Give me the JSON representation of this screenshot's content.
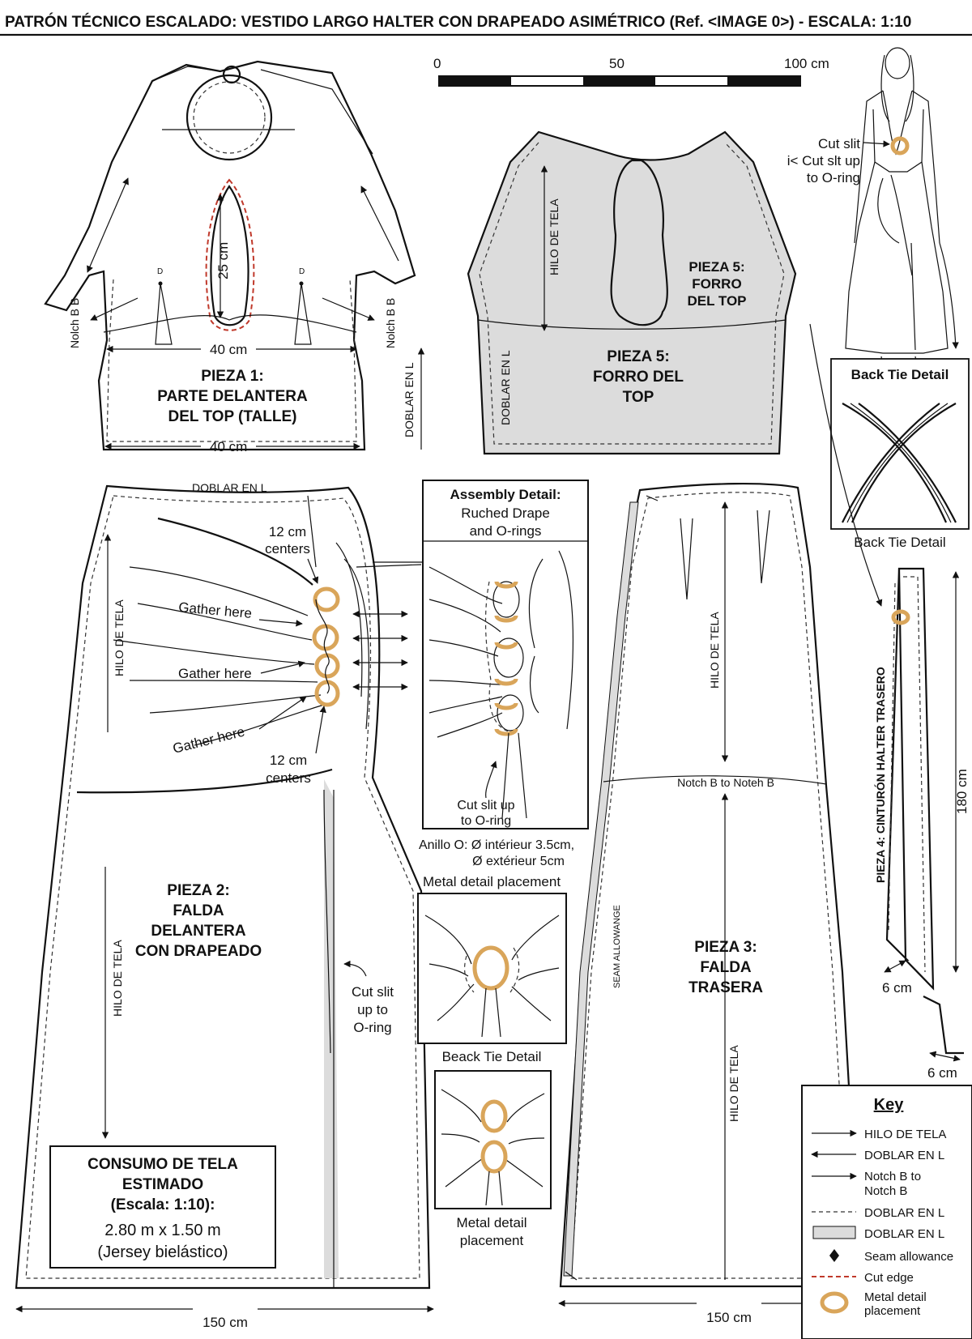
{
  "title": "PATRÓN TÉCNICO ESCALADO: VESTIDO LARGO HALTER CON DRAPEADO ASIMÉTRICO (Ref. <IMAGE 0>) - ESCALA: 1:10",
  "scale_bar": {
    "t0": "0",
    "t50": "50",
    "t100": "100 cm"
  },
  "piece1": {
    "title": [
      "PIEZA 1:",
      "PARTE DELANTERA",
      "DEL TOP (TALLE)"
    ],
    "dim_top": "40 cm",
    "dim_bottom": "40 cm",
    "keyhole": "25 cm",
    "notch_left": "Nolch B B",
    "notch_right": "Nolch B B",
    "dart_left": "D",
    "dart_right": "D",
    "fold": "DOBLAR EN L"
  },
  "piece5": {
    "title_large": [
      "PIEZA 5:",
      "FORRO DEL",
      "TOP"
    ],
    "title_small": [
      "PIEZA 5:",
      "FORRO",
      "DEL TOP"
    ],
    "grain": "HILO DE TELA",
    "fold": "DOBLAR EN L"
  },
  "figure": {
    "callout": [
      "Cut slit",
      "i< Cut slt up",
      "to O-ring"
    ]
  },
  "back_tie": {
    "title": "Back Tie Detail",
    "caption": "Back Tie Detail"
  },
  "piece2": {
    "title": [
      "PIEZA 2:",
      "FALDA",
      "DELANTERA",
      "CON DRAPEADO"
    ],
    "fold": "DOBLAR EN L",
    "centers_top": [
      "12 cm",
      "centers"
    ],
    "centers_bottom": [
      "12 cm",
      "centers"
    ],
    "gathers": [
      "Gather here",
      "Gather here",
      "Gather here"
    ],
    "grain_top": "HILO DE TELA",
    "grain_bottom": "HILO DE TELA",
    "slit": [
      "Cut slit",
      "up to",
      "O-ring"
    ],
    "width": "150 cm"
  },
  "consumo": {
    "lines": [
      "CONSUMO DE TELA",
      "ESTIMADO",
      "(Escala: 1:10):"
    ],
    "value": "2.80 m x 1.50 m",
    "fabric": "(Jersey bielástico)"
  },
  "assembly": {
    "title": "Assembly Detail:",
    "subtitle": [
      "Ruched Drape",
      "and O-rings"
    ],
    "slit": [
      "Cut slit up",
      "to O-ring"
    ],
    "ring_note": [
      "Anillo O: Ø intérieur 3.5cm,",
      "Ø extérieur 5cm"
    ],
    "metal_label": "Metal detail placement",
    "beack_label": "Beack Tie Detail",
    "metal_label2": [
      "Metal detail",
      "placement"
    ]
  },
  "piece3": {
    "title": [
      "PIEZA 3:",
      "FALDA",
      "TRASERA"
    ],
    "grain_top": "HILO DE TELA",
    "grain_bottom": "HILO DE TELA",
    "notch": "Notch B to Noteh B",
    "seam": "SEAM ALLOWANGE",
    "width": "150 cm"
  },
  "piece4": {
    "title": "PIEZA 4: CINTURÓN HALTER TRASERO",
    "length": "180 cm",
    "w1": "6 cm",
    "w2": "6 cm"
  },
  "key": {
    "title": "Key",
    "items": [
      {
        "symbol": "arrow-right",
        "label": [
          "HILO DE TELA"
        ]
      },
      {
        "symbol": "arrow-left",
        "label": [
          "DOBLAR EN L"
        ]
      },
      {
        "symbol": "arrow-right",
        "label": [
          "Notch B to",
          "Notch B"
        ]
      },
      {
        "symbol": "dashed-line",
        "label": [
          "DOBLAR EN L"
        ]
      },
      {
        "symbol": "gray-box",
        "label": [
          "DOBLAR EN L"
        ]
      },
      {
        "symbol": "diamond",
        "label": [
          "Seam allowance"
        ]
      },
      {
        "symbol": "red-dashed-line",
        "label": [
          "Cut edge"
        ]
      },
      {
        "symbol": "gold-ring",
        "label": [
          "Metal detail",
          "placement"
        ]
      }
    ]
  },
  "colors": {
    "line": "#111111",
    "lining": "#dcdcdc",
    "cut_edge": "#c0392b",
    "ring": "#d9a55a"
  }
}
